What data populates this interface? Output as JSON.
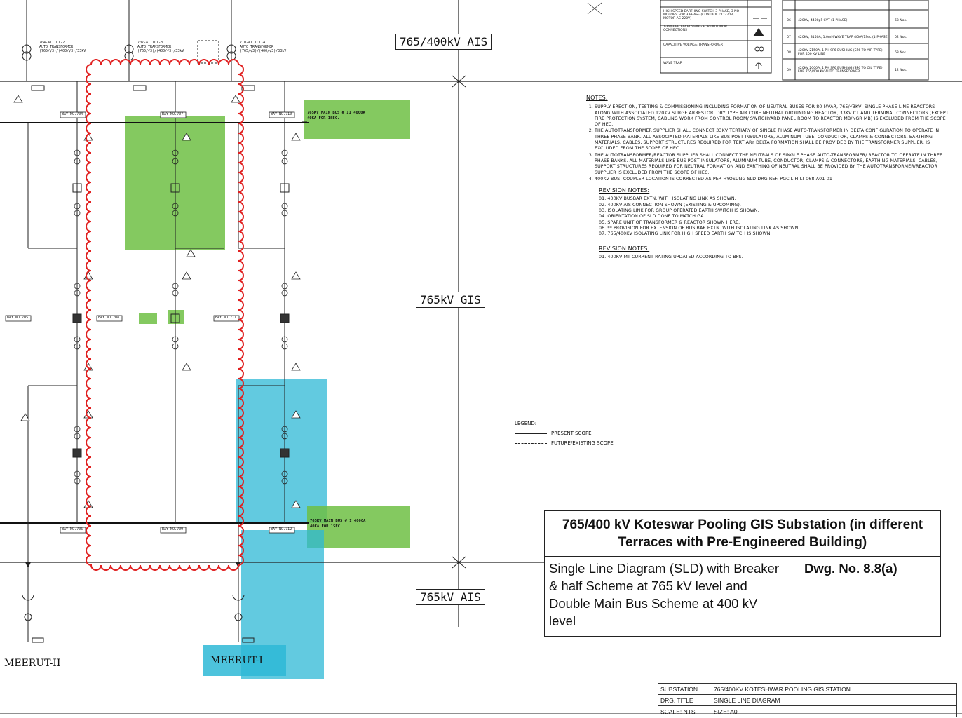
{
  "diagram_labels": {
    "ais_top": "765/400kV AIS",
    "gis_mid": "765kV GIS",
    "ais_bottom": "765kV AIS",
    "feeder_left": "MEERUT-II",
    "feeder_right": "MEERUT-I",
    "main_bus_top": "765KV MAIN BUS # II 4000A\n40KA FOR 1SEC.",
    "main_bus_bottom": "765KV MAIN BUS # I 4000A\n40KA FOR 1SEC."
  },
  "transformers": [
    {
      "title": "704-AT ICT-2",
      "line1": "AUTO TRANSFORMER",
      "line2": "(765/√3)/(400/√3)/33kV"
    },
    {
      "title": "707-AT ICT-3",
      "line1": "AUTO TRANSFORMER",
      "line2": "(765/√3)/(400/√3)/33kV"
    },
    {
      "title": "710-AT ICT-4",
      "line1": "AUTO TRANSFORMER",
      "line2": "(765/√3)/(400/√3)/33kV"
    }
  ],
  "bays": [
    "BAY NO.704",
    "BAY NO.707",
    "BAY NO.710",
    "BAY NO.705",
    "BAY NO.708",
    "BAY NO.711",
    "BAY NO.706",
    "BAY NO.709",
    "BAY NO.712"
  ],
  "notes": {
    "heading": "NOTES:",
    "items": [
      "SUPPLY ERECTION, TESTING & COMMISSIONING INCLUDING FORMATION OF NEUTRAL BUSES FOR 80 MVAR, 765/√3KV, SINGLE PHASE LINE REACTORS ALONG WITH ASSOCIATED 120KV SURGE ARRESTOR, DRY TYPE AIR CORE NEUTRAL GROUNDING REACTOR, 33KV CT AND TERMINAL CONNECTORS (EXCEPT FIRE PROTECTION SYSTEM, CABLING WORK FROM CONTROL ROOM/ SWITCHYARD PANEL ROOM TO REACTOR MB/NGR MB) IS EXCLUDED FROM THE SCOPE OF HEC.",
      "THE AUTOTRANSFORMER SUPPLIER SHALL CONNECT 33KV TERTIARY OF SINGLE PHASE AUTO-TRANSFORMER IN DELTA CONFIGURATION TO OPERATE IN THREE PHASE BANK. ALL ASSOCIATED MATERIALS LIKE BUS POST INSULATORS, ALUMINUM TUBE, CONDUCTOR, CLAMPS & CONNECTORS, EARTHING MATERIALS, CABLES, SUPPORT STRUCTURES REQUIRED FOR TERTIARY DELTA FORMATION SHALL BE PROVIDED BY THE TRANSFORMER SUPPLIER. IS EXCLUDED FROM THE SCOPE OF HEC.",
      "THE AUTOTRANSFORMER/REACTOR SUPPLIER SHALL CONNECT THE NEUTRALS OF SINGLE PHASE AUTO-TRANSFORMER/ REACTOR TO OPERATE IN THREE PHASE BANKS. ALL MATERIALS LIKE BUS POST INSULATORS, ALUMINUM TUBE, CONDUCTOR, CLAMPS & CONNECTORS, EARTHING MATERIALS, CABLES, SUPPORT STRUCTURES REQUIRED FOR NEUTRAL FORMATION AND EARTHING OF NEUTRAL SHALL BE PROVIDED BY THE AUTOTRANSFORMER/REACTOR SUPPLIER IS EXCLUDED FROM THE SCOPE OF HEC.",
      "400KV BUS -COUPLER LOCATION IS CORRECTED AS PER HYOSUNG SLD DRG REF. PGCIL-H-LT-068-A01-01"
    ]
  },
  "revision_notes_1": {
    "heading": "REVISION NOTES:",
    "items": [
      "01. 400KV BUSBAR EXTN. WITH ISOLATING LINK AS SHOWN.",
      "02. 400KV AIS CONNECTION SHOWN (EXISTING & UPCOMING).",
      "03. ISOLATING LINK FOR GROUP OPERATED EARTH SWITCH IS SHOWN.",
      "04. ORIENTATION OF SLD DONE TO MATCH GA.",
      "05. SPARE UNIT OF TRANSFORMER & REACTOR SHOWN HERE.",
      "06. ** PROVISION FOR EXTENSION OF BUS BAR EXTN. WITH ISOLATING LINK AS SHOWN.",
      "07. 765/400KV ISOLATING LINK FOR HIGH SPEED EARTH SWITCH IS SHOWN."
    ]
  },
  "revision_notes_2": {
    "heading": "REVISION NOTES:",
    "items": [
      "01. 400KV MT CURRENT RATING UPDATED ACCORDING TO BPS."
    ]
  },
  "legend": {
    "heading": "LEGEND:",
    "items": [
      {
        "label": "PRESENT SCOPE",
        "style": "solid"
      },
      {
        "label": "FUTURE/EXISTING SCOPE",
        "style": "dashed"
      }
    ]
  },
  "top_table": {
    "left_rows": [
      "HIGH SPEED EARTHING SWITCH 3 PHASE, 3 NO MOTORS FOR 3 PHASE (CONTROL DC 220V, MOTOR AC 220V)",
      "1-PH/3-PH AIR BUSHING FOR OUTDOOR CONNECTIONS",
      "CAPACITIVE VOLTAGE TRANSFORMER",
      "WAVE TRAP"
    ],
    "right_rows": [
      {
        "no": "06",
        "desc": "420KV, 4400pF CVT (1-PHASE)",
        "qty": "63 Nos."
      },
      {
        "no": "07",
        "desc": "420KV, 3150A, 1.0mH WAVE TRAP 40kA/1Sec (1-PHASE)",
        "qty": "02 Nos."
      },
      {
        "no": "08",
        "desc": "420KV 2150A, 1 PH SF6 BUSHING (SF6 TO AIR TYPE) FOR 400 KV LINE",
        "qty": "63 Nos."
      },
      {
        "no": "09",
        "desc": "420KV 2000A, 1 PH SF6 BUSHING (SF6 TO OIL TYPE) FOR 765/400 KV AUTO TRANSFORMER",
        "qty": "12 Nos."
      }
    ]
  },
  "title_block": {
    "main_title": "765/400 kV Koteswar Pooling GIS Substation (in different Terraces with Pre-Engineered Building)",
    "subtitle": "Single Line Diagram (SLD) with Breaker & half Scheme at 765 kV level and Double Main Bus Scheme at 400 kV level",
    "drawing_no": "Dwg. No. 8.8(a)"
  },
  "info_block": [
    {
      "key": "SUBSTATION",
      "value": "765/400KV KOTESHWAR POOLING GIS STATION."
    },
    {
      "key": "DRG. TITLE",
      "value": "SINGLE LINE DIAGRAM"
    },
    {
      "key": "SCALE:  NTS",
      "value": "SIZE: A0"
    }
  ],
  "colors": {
    "highlight_green": "#6fbf44",
    "highlight_cyan": "#2eb8d6",
    "cloud_red": "#e02020"
  }
}
